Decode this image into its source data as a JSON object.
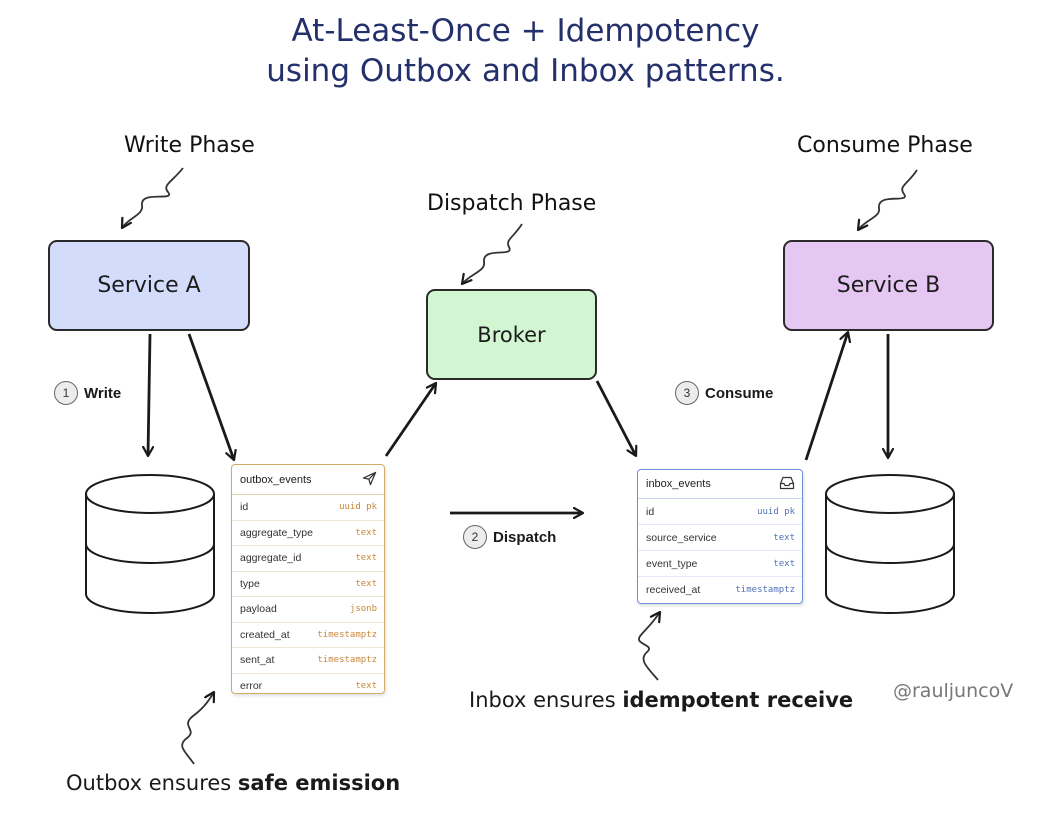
{
  "title": {
    "line1": "At-Least-Once + Idempotency",
    "line2": "using Outbox and Inbox patterns."
  },
  "phases": {
    "write": "Write Phase",
    "dispatch": "Dispatch Phase",
    "consume": "Consume Phase"
  },
  "services": {
    "a": "Service A",
    "broker": "Broker",
    "b": "Service B"
  },
  "steps": [
    {
      "num": "1",
      "label": "Write"
    },
    {
      "num": "2",
      "label": "Dispatch"
    },
    {
      "num": "3",
      "label": "Consume"
    }
  ],
  "outbox": {
    "name": "outbox_events",
    "icon": "send-icon",
    "rows": [
      {
        "col": "id",
        "type": "uuid pk"
      },
      {
        "col": "aggregate_type",
        "type": "text"
      },
      {
        "col": "aggregate_id",
        "type": "text"
      },
      {
        "col": "type",
        "type": "text"
      },
      {
        "col": "payload",
        "type": "jsonb"
      },
      {
        "col": "created_at",
        "type": "timestamptz"
      },
      {
        "col": "sent_at",
        "type": "timestamptz"
      },
      {
        "col": "error",
        "type": "text"
      }
    ]
  },
  "inbox": {
    "name": "inbox_events",
    "icon": "inbox-icon",
    "rows": [
      {
        "col": "id",
        "type": "uuid pk"
      },
      {
        "col": "source_service",
        "type": "text"
      },
      {
        "col": "event_type",
        "type": "text"
      },
      {
        "col": "received_at",
        "type": "timestamptz"
      }
    ]
  },
  "captions": {
    "outbox_prefix": "Outbox ensures ",
    "outbox_bold": "safe emission",
    "inbox_prefix": "Inbox ensures ",
    "inbox_bold": "idempotent receive"
  },
  "handle": "@rauljuncoV",
  "colors": {
    "title": "#24306b",
    "service_a_fill": "#d3ddfb",
    "broker_fill": "#d2f5d2",
    "service_b_fill": "#e6c7f4",
    "outbox_border": "#d1ac67",
    "inbox_border": "#6f8fd6",
    "type_outbox": "#c9883a",
    "type_inbox": "#5272b8"
  }
}
